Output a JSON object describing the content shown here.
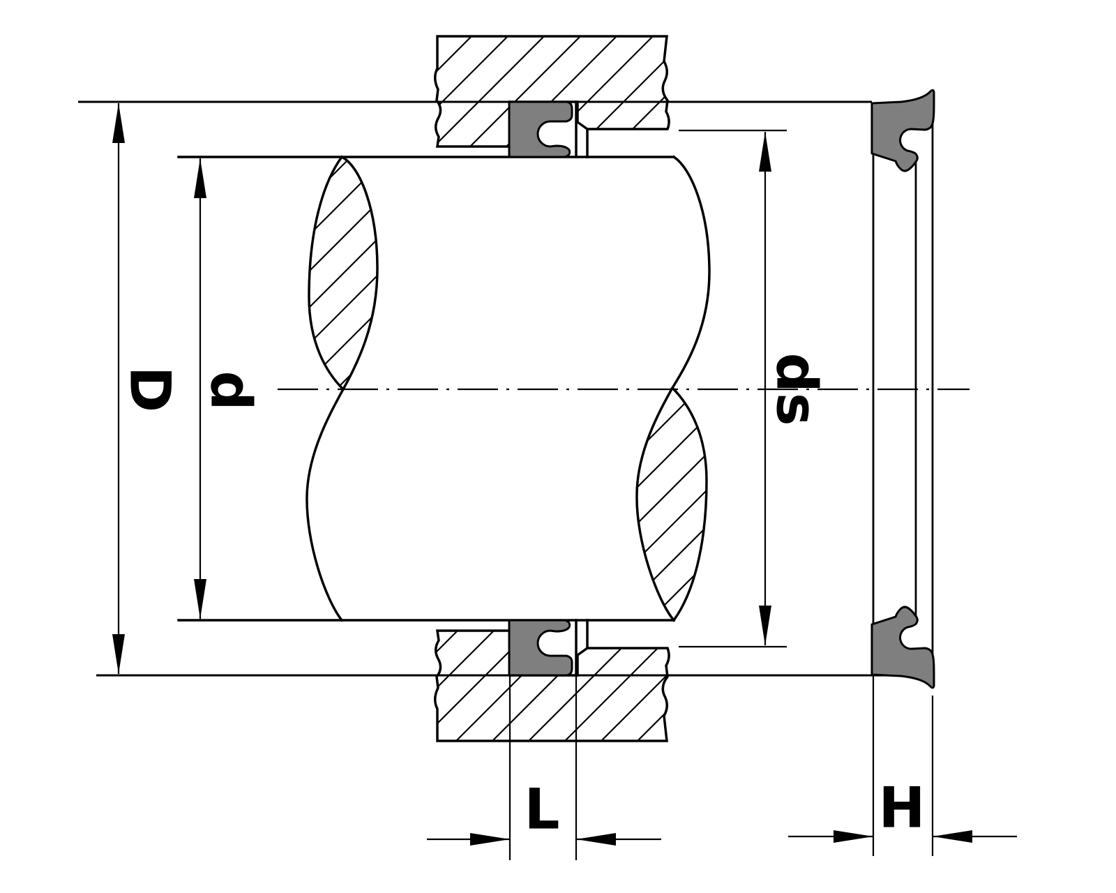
{
  "figure": {
    "kind": "engineering cross-section drawing",
    "subject": "rod wiper seal installation with free-state seal detail view"
  },
  "colors": {
    "background": "#ffffff",
    "line": "#000000",
    "seal_fill": "#7f7f7f"
  },
  "labels": {
    "D": "D",
    "d": "d",
    "ds": "ds",
    "L": "L",
    "H": "H"
  }
}
